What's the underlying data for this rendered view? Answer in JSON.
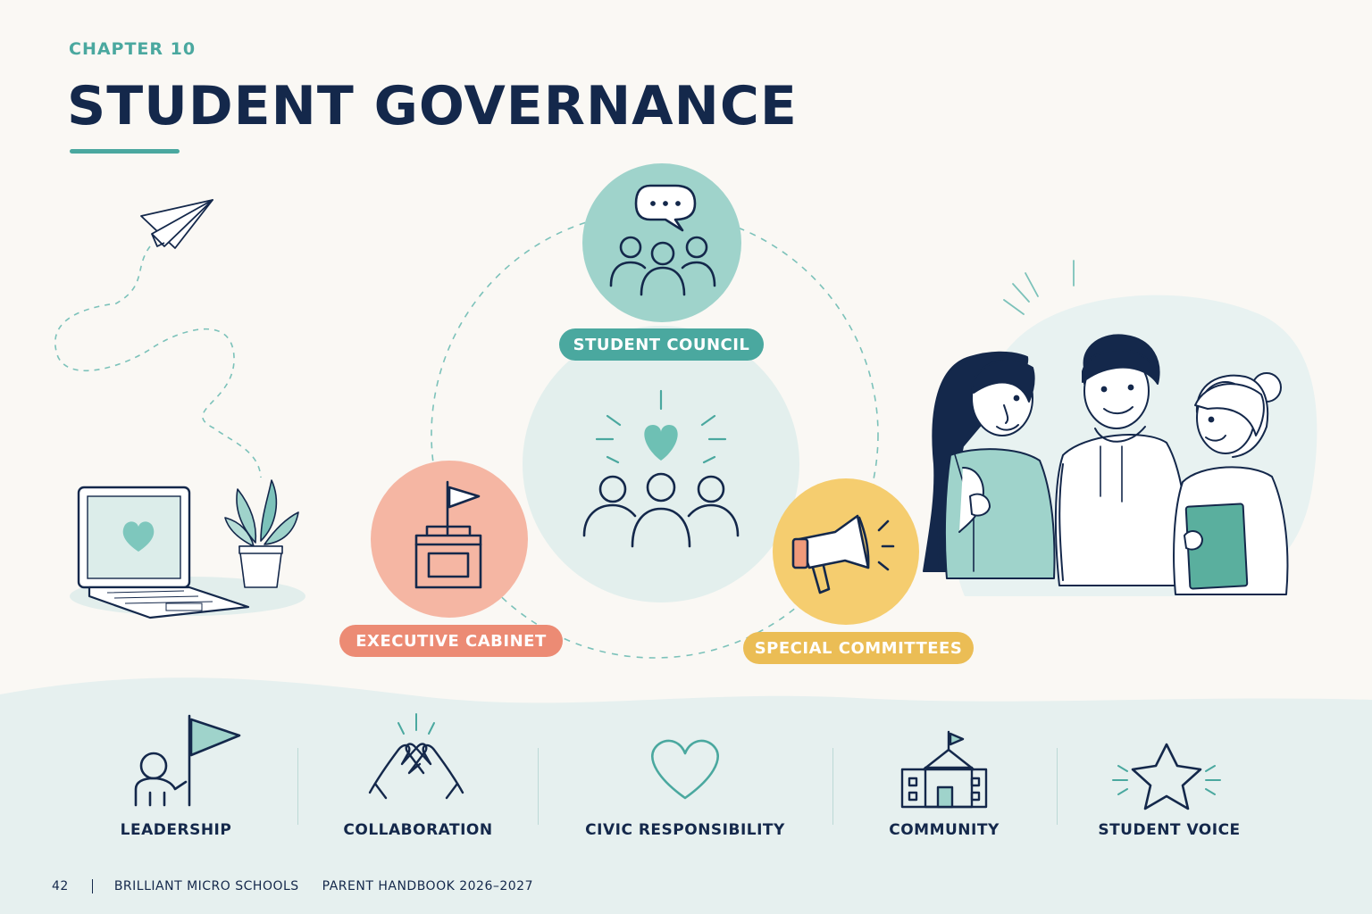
{
  "header": {
    "chapter_label": "CHAPTER 10",
    "title": "STUDENT GOVERNANCE"
  },
  "diagram": {
    "nodes": [
      {
        "label": "STUDENT COUNCIL",
        "icon": "people-speech-bubble-icon",
        "color": "#4aa89f"
      },
      {
        "label": "EXECUTIVE CABINET",
        "icon": "podium-flag-icon",
        "color": "#ec8b74"
      },
      {
        "label": "SPECIAL COMMITTEES",
        "icon": "megaphone-icon",
        "color": "#ebbd55"
      }
    ],
    "center_icon": "community-heart-icon"
  },
  "values": [
    {
      "label": "LEADERSHIP",
      "icon": "person-flag-icon"
    },
    {
      "label": "COLLABORATION",
      "icon": "hands-together-icon"
    },
    {
      "label": "CIVIC RESPONSIBILITY",
      "icon": "heart-icon"
    },
    {
      "label": "COMMUNITY",
      "icon": "school-building-icon"
    },
    {
      "label": "STUDENT VOICE",
      "icon": "star-icon"
    }
  ],
  "footer": {
    "page_number": "42",
    "organization": "BRILLIANT MICRO SCHOOLS",
    "document": "PARENT HANDBOOK 2026–2027"
  },
  "colors": {
    "navy": "#14284b",
    "teal": "#4aa89f",
    "coral": "#ec8b74",
    "gold": "#ebbd55",
    "background": "#faf8f4"
  }
}
